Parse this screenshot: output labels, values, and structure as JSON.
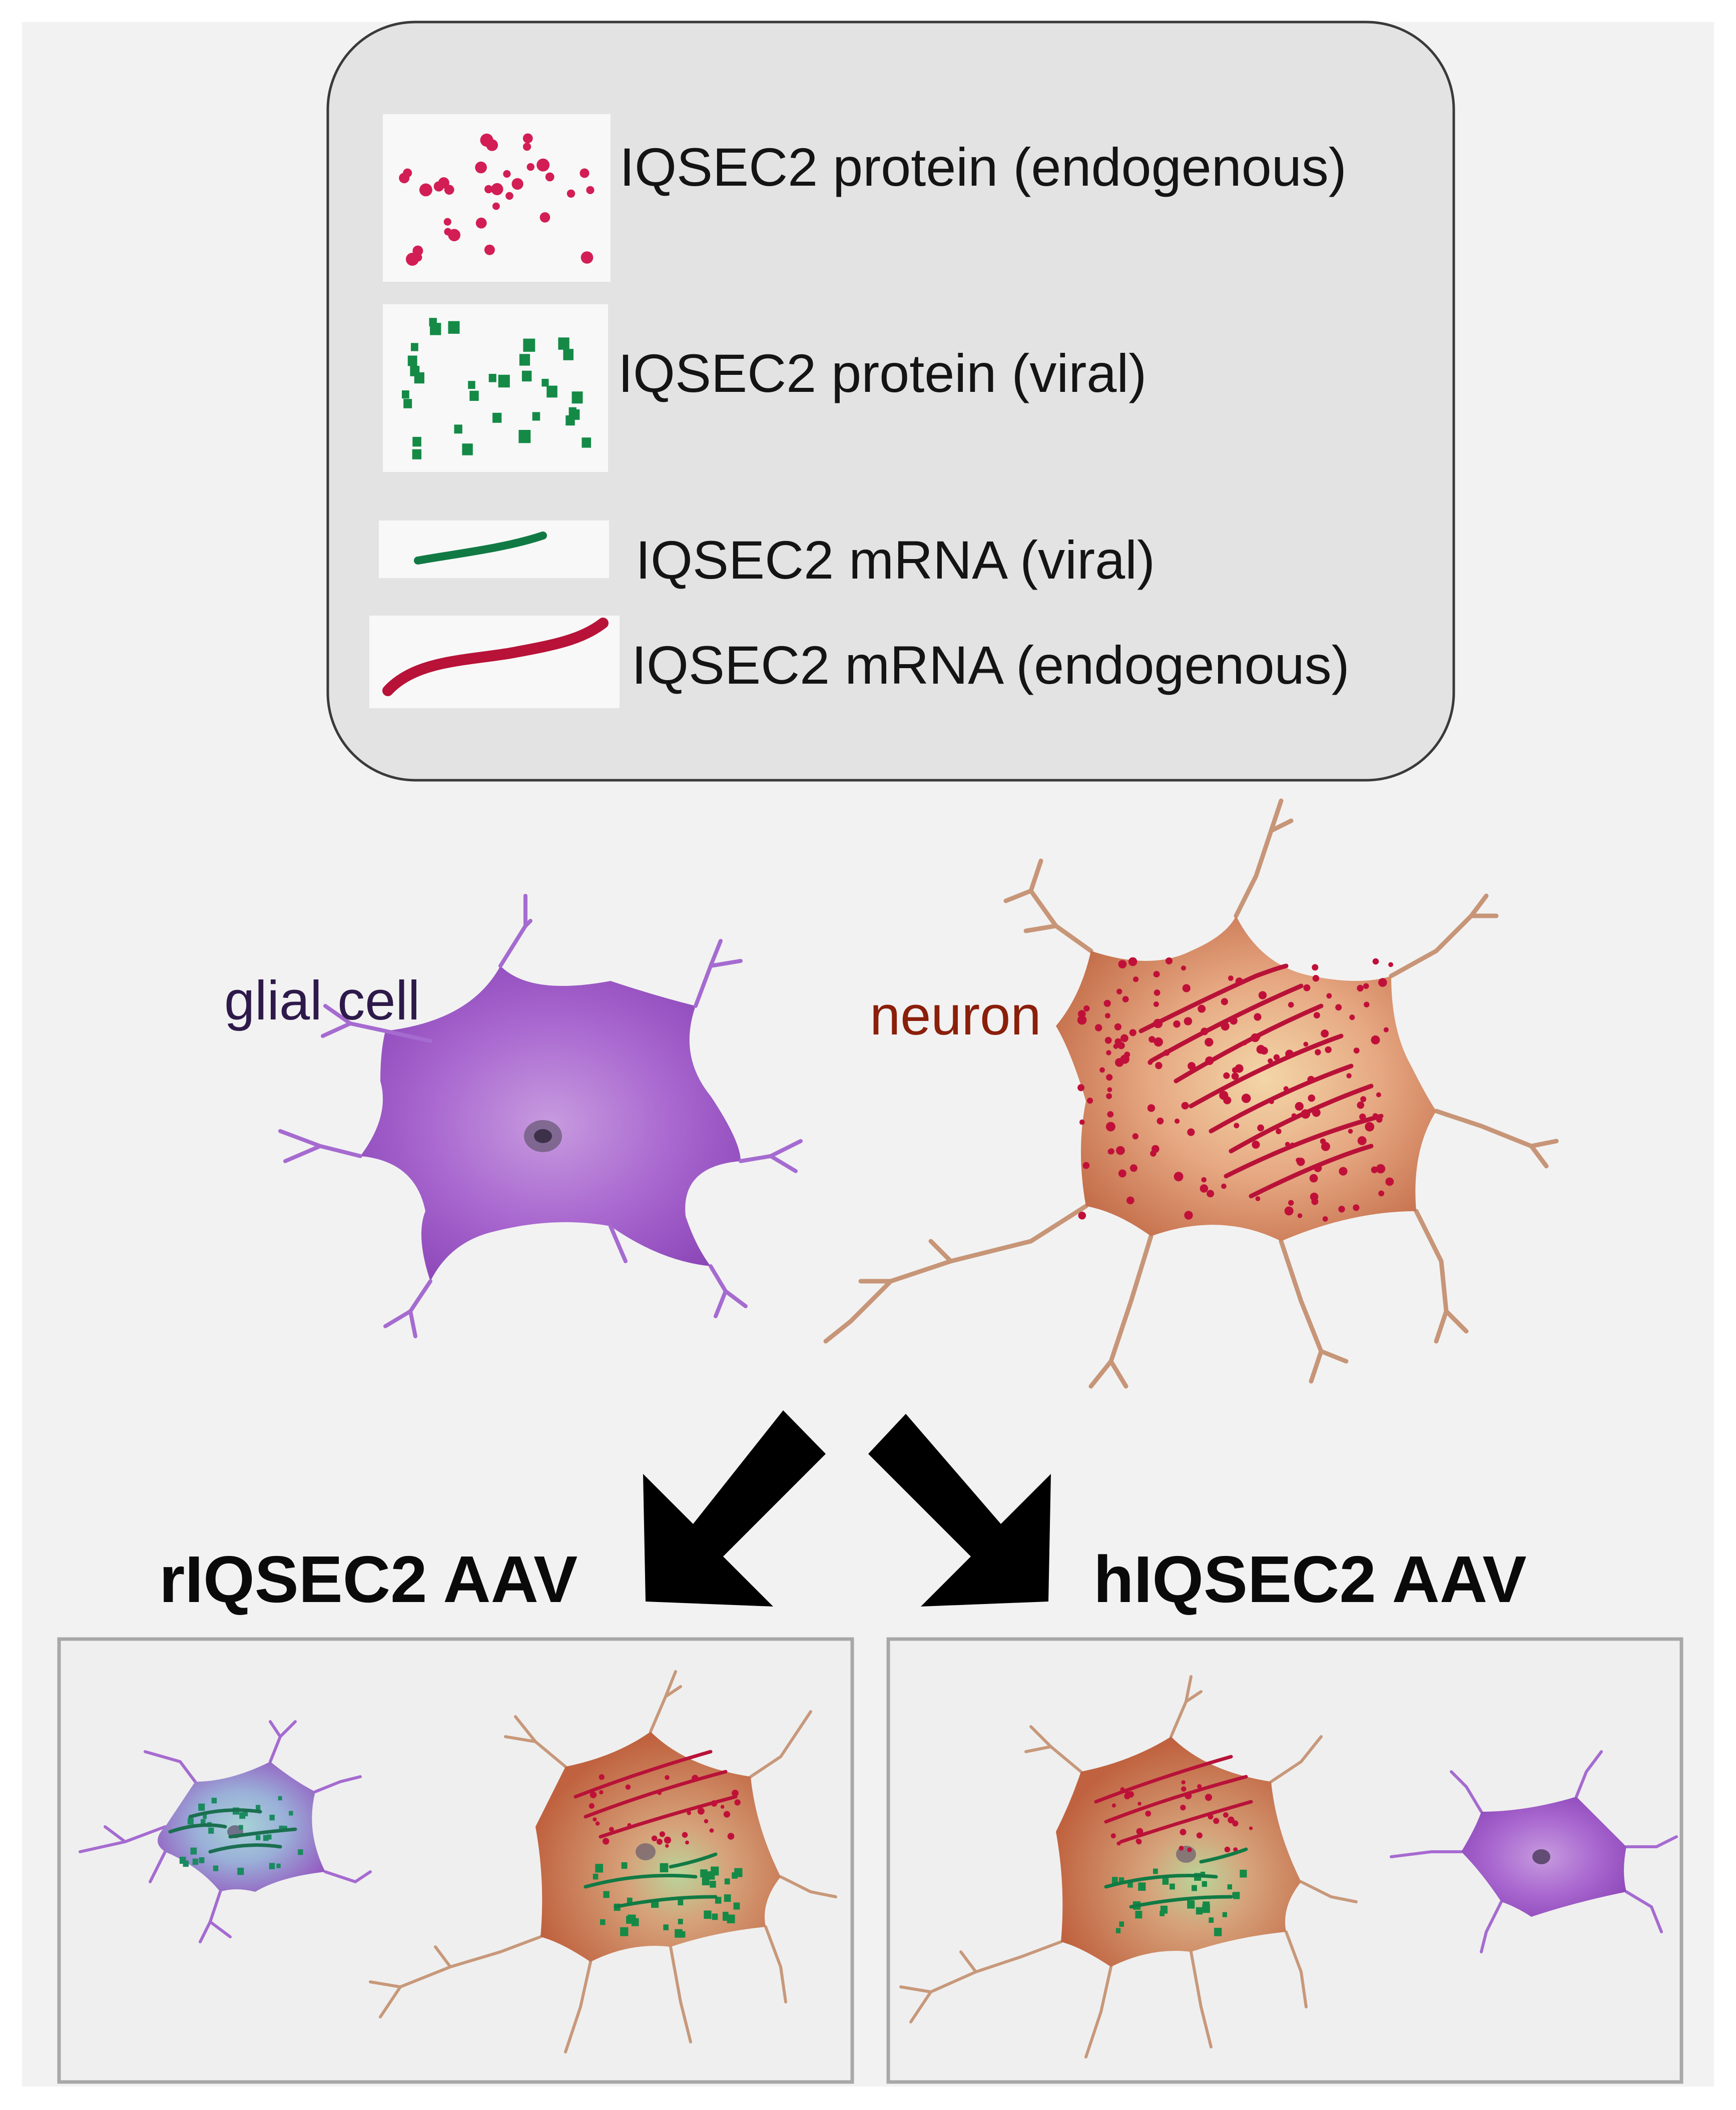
{
  "legend": {
    "items": [
      {
        "label": "IQSEC2 protein (endogenous)",
        "icon": "red-dots-icon",
        "color": "#d21e55"
      },
      {
        "label": "IQSEC2 protein (viral)",
        "icon": "green-squares-icon",
        "color": "#148a46"
      },
      {
        "label": "IQSEC2 mRNA (viral)",
        "icon": "green-strand-icon",
        "color": "#117a44"
      },
      {
        "label": "IQSEC2 mRNA (endogenous)",
        "icon": "red-strand-icon",
        "color": "#b81238"
      }
    ]
  },
  "cells": {
    "glial_label": "glial cell",
    "neuron_label": "neuron",
    "glial_label_color": "#2e1a4a",
    "neuron_label_color": "#8a1f0a"
  },
  "panels": {
    "left_title": "rIQSEC2 AAV",
    "right_title": "hIQSEC2 AAV"
  },
  "colors": {
    "background": "#f2f2f2",
    "legend_box": "#e3e3e3",
    "glial": "#9c56c4",
    "neuron": "#c77850",
    "arrow": "#000000"
  }
}
